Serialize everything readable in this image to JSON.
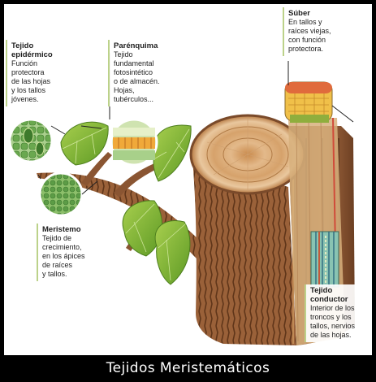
{
  "labels": {
    "tejido_epidermico": {
      "title": "Tejido epidérmico",
      "desc": [
        "Función",
        "protectora",
        "de las hojas",
        "y los tallos",
        "jóvenes."
      ]
    },
    "parenquima": {
      "title": "Parénquima",
      "desc": [
        "Tejido",
        "fundamental",
        "fotosintético",
        "o de almacén.",
        "Hojas,",
        "tubérculos..."
      ]
    },
    "suber": {
      "title": "Súber",
      "desc": [
        "En tallos y",
        "raíces viejas,",
        "con función",
        "protectora."
      ]
    },
    "meristemo": {
      "title": "Meristemo",
      "desc": [
        "Tejido de",
        "crecimiento,",
        "en los ápices",
        "de raíces",
        "y tallos."
      ]
    },
    "tejido_conductor": {
      "title": "Tejido conductor",
      "desc": [
        "Interior de los",
        "troncos y los",
        "tallos, nervios",
        "de las hojas."
      ]
    }
  },
  "caption": "Tejidos Meristemáticos"
}
